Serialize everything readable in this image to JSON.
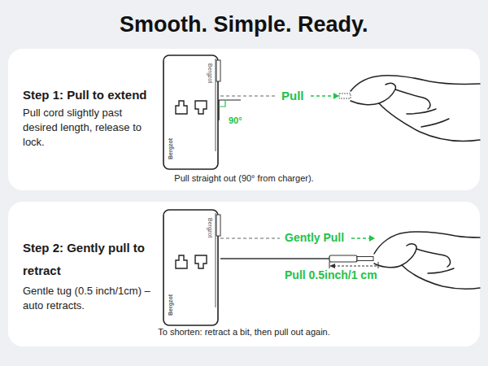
{
  "diagram": {
    "title": "Smooth. Simple. Ready.",
    "nodes": [
      {
        "text": [
          "Step 1: Pull to extend",
          "Pull cord slightly past desired length, release to lock.",
          "Pull straight out (90° from charger)."
        ]
      },
      {
        "text": [
          "Step 2: Gently pull to retract",
          "Gentle tug (0.5 inch/1cm) – auto retracts.",
          "To shorten: retract a bit, then pull out again."
        ]
      }
    ],
    "labels": [
      "Bergzot",
      "Bergzot",
      "Pull",
      "90°",
      "Bergzot",
      "Bergzot",
      "Gently Pull",
      "Pull 0.5inch/1 cm"
    ]
  }
}
